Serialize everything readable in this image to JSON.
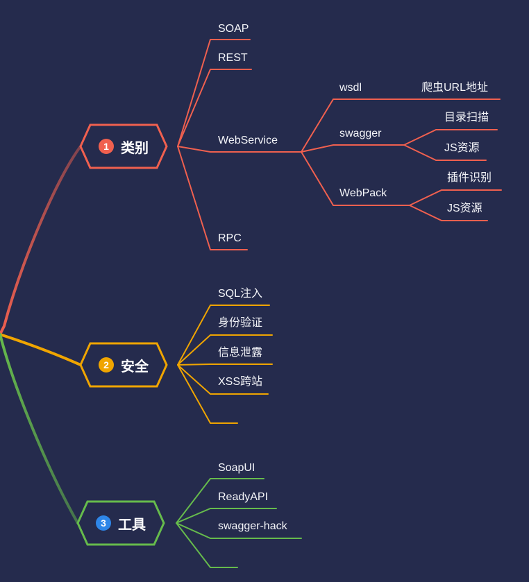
{
  "colors": {
    "background": "#252b4d",
    "category": "#f0604f",
    "security": "#f0a500",
    "tools": "#66bb4c",
    "tools_badge": "#2e86e8"
  },
  "mindmap": {
    "category": {
      "number": "1",
      "title": "类别",
      "children": {
        "soap": "SOAP",
        "rest": "REST",
        "webservice": "WebService",
        "rpc": "RPC"
      },
      "webservice_children": {
        "wsdl": "wsdl",
        "swagger": "swagger",
        "webpack": "WebPack"
      },
      "wsdl_children": {
        "crawler_url": "爬虫URL地址"
      },
      "swagger_children": {
        "dir_scan": "目录扫描",
        "js_resource": "JS资源"
      },
      "webpack_children": {
        "plugin_detect": "插件识别",
        "js_resource": "JS资源"
      }
    },
    "security": {
      "number": "2",
      "title": "安全",
      "children": {
        "sql_injection": "SQL注入",
        "auth": "身份验证",
        "info_leak": "信息泄露",
        "xss": "XSS跨站",
        "empty": ""
      }
    },
    "tools": {
      "number": "3",
      "title": "工具",
      "children": {
        "soapui": "SoapUI",
        "readyapi": "ReadyAPI",
        "swagger_hack": "swagger-hack",
        "empty": ""
      }
    }
  }
}
